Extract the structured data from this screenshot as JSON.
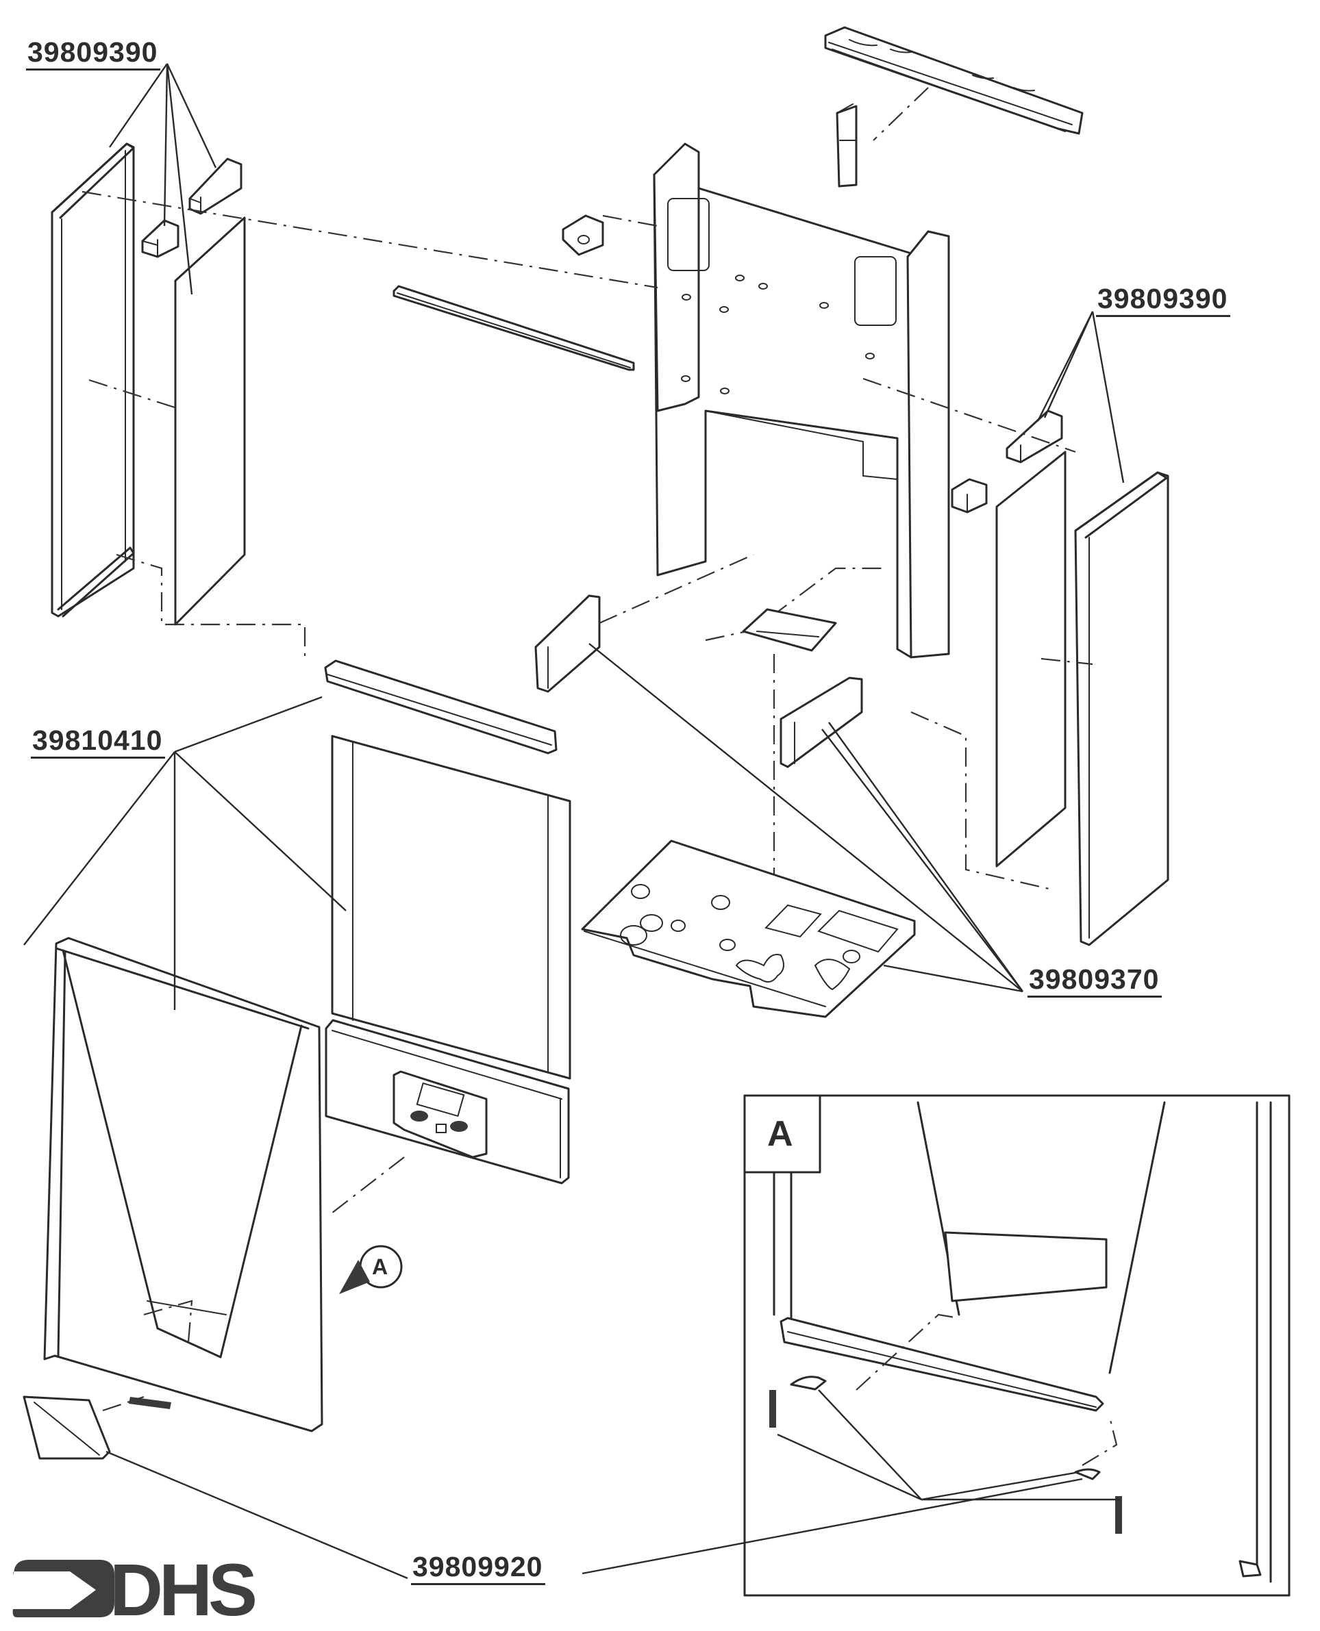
{
  "document": {
    "type": "exploded parts diagram",
    "subject": "boiler casing / front panel assembly"
  },
  "part_labels": [
    {
      "id": "label-top-left",
      "number": "39809390"
    },
    {
      "id": "label-right",
      "number": "39809390"
    },
    {
      "id": "label-left-middle",
      "number": "39810410"
    },
    {
      "id": "label-right-bottom",
      "number": "39809370"
    },
    {
      "id": "label-bottom",
      "number": "39809920"
    }
  ],
  "detail_callout": {
    "reference_letter": "A",
    "inset_letter": "A"
  },
  "logo": {
    "text": "DHS",
    "icon": "arrow-bracket-icon"
  },
  "colors": {
    "ink": "#2a2a2a",
    "paper": "#ffffff",
    "logo": "#3f3f3f"
  }
}
